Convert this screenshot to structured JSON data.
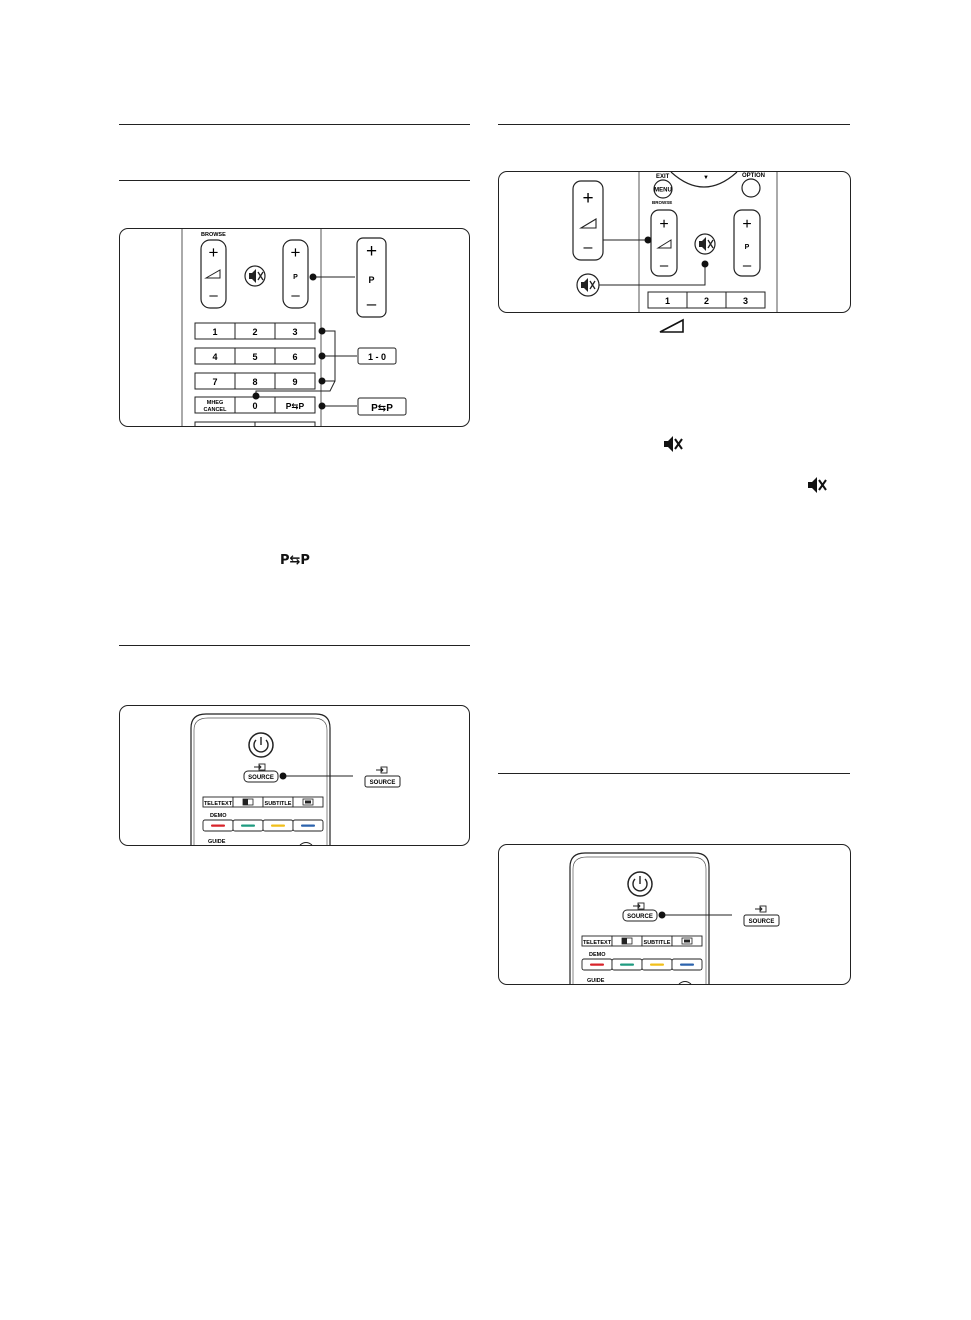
{
  "labels": {
    "browse": "BROWSE",
    "p": "P",
    "digits": [
      "1",
      "2",
      "3",
      "4",
      "5",
      "6",
      "7",
      "8",
      "9"
    ],
    "zero": "0",
    "mheg_cancel_line1": "MHEG",
    "mheg_cancel_line2": "CANCEL",
    "pp": "P⇆P",
    "range": "1 - 0",
    "source": "SOURCE",
    "teletext": "TELETEXT",
    "subtitle": "SUBTITLE",
    "demo": "DEMO",
    "guide": "GUIDE",
    "exit": "EXIT",
    "menu": "MENU",
    "option": "OPTION",
    "digits_row": [
      "1",
      "2",
      "3"
    ]
  },
  "glyphs": {
    "pp_inline": "P⇆P",
    "volume_inline": "▿",
    "mute_inline_1": "🔇",
    "mute_inline_2": "🔇"
  },
  "icons": [
    "volume-icon",
    "mute-icon",
    "power-icon",
    "source-icon",
    "swap-icon"
  ],
  "colors": {
    "red": "#d8242b",
    "green": "#1f9b80",
    "yellow": "#f1bf1a",
    "blue": "#2c63ad",
    "line": "#222222"
  }
}
